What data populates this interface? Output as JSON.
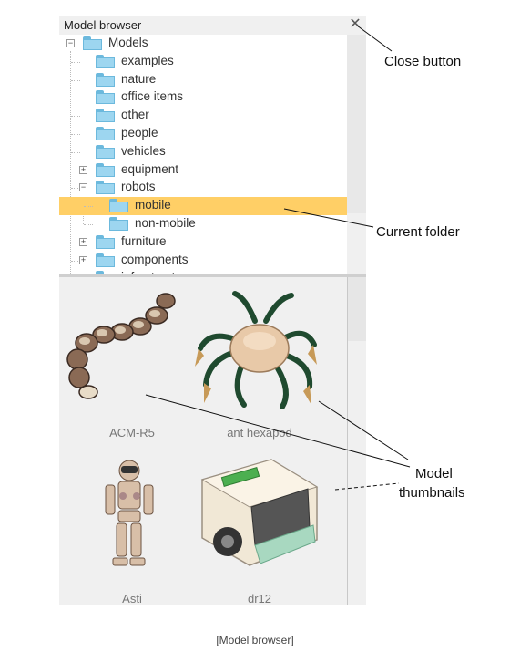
{
  "browser": {
    "title": "Model browser",
    "close_icon": "close-icon",
    "tree": [
      {
        "label": "Models",
        "level": 0,
        "expander": "minus"
      },
      {
        "label": "examples",
        "level": 1,
        "expander": "none"
      },
      {
        "label": "nature",
        "level": 1,
        "expander": "none"
      },
      {
        "label": "office items",
        "level": 1,
        "expander": "none"
      },
      {
        "label": "other",
        "level": 1,
        "expander": "none"
      },
      {
        "label": "people",
        "level": 1,
        "expander": "none"
      },
      {
        "label": "vehicles",
        "level": 1,
        "expander": "none"
      },
      {
        "label": "equipment",
        "level": 1,
        "expander": "plus"
      },
      {
        "label": "robots",
        "level": 1,
        "expander": "minus"
      },
      {
        "label": "mobile",
        "level": 2,
        "expander": "none",
        "selected": true
      },
      {
        "label": "non-mobile",
        "level": 2,
        "expander": "none"
      },
      {
        "label": "furniture",
        "level": 1,
        "expander": "plus"
      },
      {
        "label": "components",
        "level": 1,
        "expander": "plus"
      },
      {
        "label": "infrastructure",
        "level": 1,
        "expander": "plus"
      }
    ],
    "thumbnails": [
      {
        "label": "ACM-R5",
        "icon": "snake-robot-icon"
      },
      {
        "label": "ant hexapod",
        "icon": "hexapod-robot-icon"
      },
      {
        "label": "Asti",
        "icon": "humanoid-robot-icon"
      },
      {
        "label": "dr12",
        "icon": "wheeled-robot-icon"
      }
    ]
  },
  "annotations": {
    "close_button": "Close button",
    "current_folder": "Current folder",
    "model_thumbnails_line1": "Model",
    "model_thumbnails_line2": "thumbnails"
  },
  "caption": "[Model browser]",
  "colors": {
    "selection": "#ffcf66",
    "folder": "#9dd6f0",
    "panel": "#f0f0f0"
  }
}
